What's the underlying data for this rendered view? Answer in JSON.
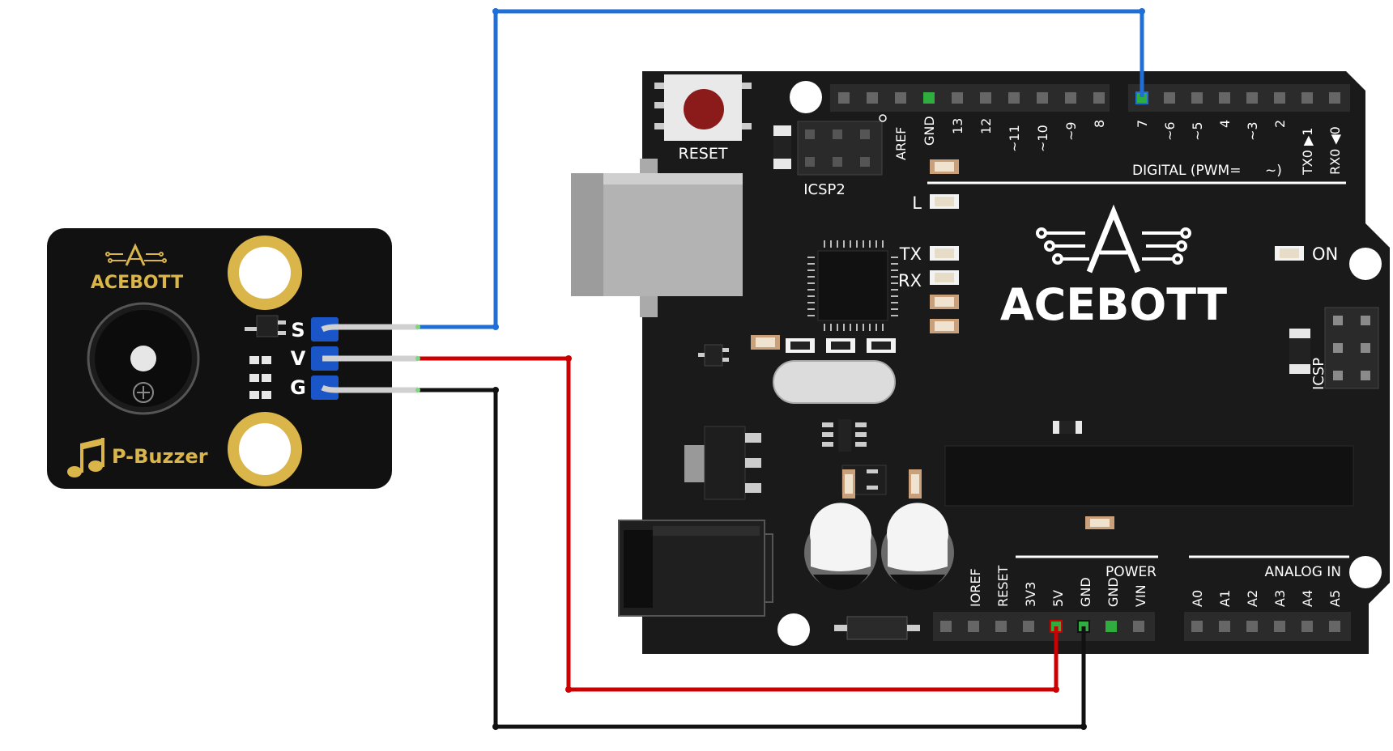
{
  "module": {
    "brand": "ACEBOTT",
    "name": "P-Buzzer",
    "pins": [
      "S",
      "V",
      "G"
    ]
  },
  "board": {
    "brand": "ACEBOTT",
    "reset_label": "RESET",
    "icsp2_label": "ICSP2",
    "icsp_label": "ICSP",
    "led_l": "L",
    "led_tx": "TX",
    "led_rx": "RX",
    "led_on": "ON",
    "digital_label": "DIGITAL (PWM=",
    "digital_tilde": "~)",
    "power_label": "POWER",
    "analog_label": "ANALOG IN",
    "top_pins_left": [
      "AREF",
      "GND",
      "13",
      "12",
      "~11",
      "~10",
      "~9",
      "8"
    ],
    "top_pins_right": [
      "7",
      "~6",
      "~5",
      "4",
      "~3",
      "2",
      "TX0 ▶1",
      "RX0 ◀0"
    ],
    "power_pins": [
      "IOREF",
      "RESET",
      "3V3",
      "5V",
      "GND",
      "GND",
      "VIN"
    ],
    "analog_pins": [
      "A0",
      "A1",
      "A2",
      "A3",
      "A4",
      "A5"
    ]
  },
  "wires": [
    {
      "from": "S",
      "to": "7",
      "color": "#1f6fd6"
    },
    {
      "from": "V",
      "to": "5V",
      "color": "#cc0000"
    },
    {
      "from": "G",
      "to": "GND",
      "color": "#111111"
    }
  ],
  "colors": {
    "board": "#1a1a1a",
    "gold": "#d9b54a",
    "header_blue": "#1a56c8",
    "led_green": "#2fae3f"
  }
}
